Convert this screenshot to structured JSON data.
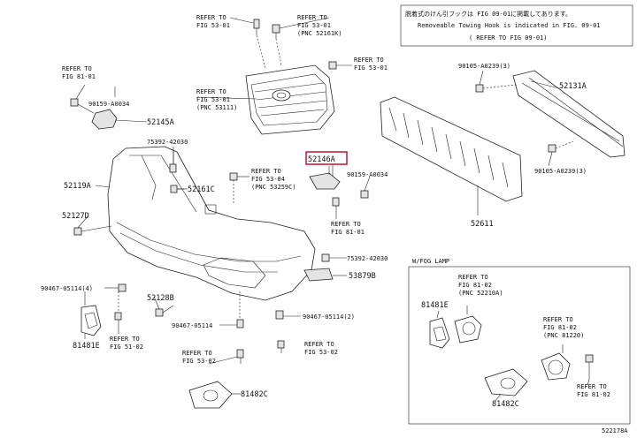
{
  "note": {
    "line1": "脱着式のけん引フックは FIG 09-01に掲載してあります。",
    "line2": "Removeable Towing Hook is indicated in FIG. 09-01",
    "line3": "( REFER TO FIG 09-01)"
  },
  "labels": {
    "ref_53_01_top_a": [
      "REFER TO",
      "FIG 53-01"
    ],
    "ref_53_01_top_b": [
      "REFER TO",
      "FIG 53-01",
      "(PNC 52161K)"
    ],
    "ref_53_01_right": [
      "REFER TO",
      "FIG 53-01"
    ],
    "ref_53_01_grille": [
      "REFER TO",
      "FIG 53-01",
      "(PNC 53111)"
    ],
    "ref_81_01_left": [
      "REFER TO",
      "FIG 81-01"
    ],
    "ref_53_04": [
      "REFER TO",
      "FIG 53-04",
      "(PNC 53259C)"
    ],
    "ref_81_01_mid": [
      "REFER TO",
      "FIG 81-01"
    ],
    "ref_51_02": [
      "REFER TO",
      "FIG 51-02"
    ],
    "ref_53_02_a": [
      "REFER TO",
      "FIG 53-02"
    ],
    "ref_53_02_b": [
      "REFER TO",
      "FIG 53-02"
    ],
    "ref_81_02_a": [
      "REFER TO",
      "FIG 81-02",
      "(PNC 52210A)"
    ],
    "ref_81_02_b": [
      "REFER TO",
      "FIG 81-02",
      "(PNC 81220)"
    ],
    "ref_81_02_c": [
      "REFER TO",
      "FIG 81-02"
    ]
  },
  "parts": {
    "p90159_a": "90159-A0034",
    "p52145a": "52145A",
    "p75392_a": "75392-42030",
    "p52119a": "52119A",
    "p52161c": "52161C",
    "p52127d": "52127D",
    "p52146a": "52146A",
    "p90159_b": "90159-A0034",
    "p90105_a": "90105-A0239(3)",
    "p52131a": "52131A",
    "p90105_b": "90105-A0239(3)",
    "p52611": "52611",
    "p75392_b": "75392-42030",
    "p53879b": "53879B",
    "p90467_a": "90467-05114(4)",
    "p52128b": "52128B",
    "p90467_b": "90467-05114",
    "p90467_c": "90467-05114(2)",
    "p81481e_a": "81481E",
    "p81482c_a": "81482C",
    "p81481e_b": "81481E",
    "p81482c_b": "81482C"
  },
  "inset_title": "W/FOG LAMP",
  "figure_id": "522178A",
  "colors": {
    "highlight": "#c8102e",
    "ink": "#222222"
  }
}
